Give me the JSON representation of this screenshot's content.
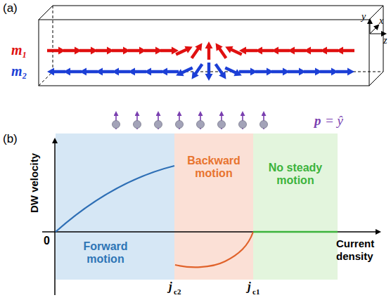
{
  "diagram": {
    "nodes": [
      {
        "text": [
          "Forward motion"
        ]
      },
      {
        "text": [
          "Backward motion"
        ]
      },
      {
        "text": [
          "No steady motion"
        ]
      }
    ],
    "labels": [
      "(a)",
      "m₁",
      "m₂",
      "y",
      "x",
      "z",
      "p",
      "= ŷ",
      "(b)",
      "DW velocity",
      "0",
      "Current density",
      "j",
      "c2",
      "j",
      "c1"
    ]
  }
}
